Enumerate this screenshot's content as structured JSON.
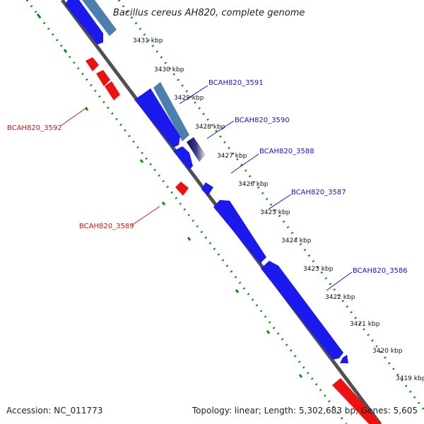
{
  "title": "Bacillus cereus AH820, complete genome",
  "footer": {
    "accession": "Accession: NC_011773",
    "summary": "Topology: linear; Length: 5,302,683 bp; Genes: 5,605"
  },
  "colors": {
    "forward_gene": "#1a1aee",
    "forward_gene_pale": "#4a7fb0",
    "reverse_gene": "#ee1111",
    "scale_dots": "#118811",
    "axis": "#808080",
    "forward_label": "#1414c8",
    "reverse_label": "#e01010"
  },
  "ticks": [
    {
      "label": "3431 kbp",
      "kbp": 3431
    },
    {
      "label": "3430 kbp",
      "kbp": 3430
    },
    {
      "label": "3429 kbp",
      "kbp": 3429
    },
    {
      "label": "3428 kbp",
      "kbp": 3428
    },
    {
      "label": "3427 kbp",
      "kbp": 3427
    },
    {
      "label": "3426 kbp",
      "kbp": 3426
    },
    {
      "label": "3425 kbp",
      "kbp": 3425
    },
    {
      "label": "3424 kbp",
      "kbp": 3424
    },
    {
      "label": "3423 kbp",
      "kbp": 3423
    },
    {
      "label": "3422 kbp",
      "kbp": 3422
    },
    {
      "label": "3421 kbp",
      "kbp": 3421
    },
    {
      "label": "3420 kbp",
      "kbp": 3420
    },
    {
      "label": "3419 kbp",
      "kbp": 3419
    }
  ],
  "gene_labels": {
    "forward": [
      "BCAH820_3591",
      "BCAH820_3590",
      "BCAH820_3588",
      "BCAH820_3587",
      "BCAH820_3586"
    ],
    "reverse": [
      "BCAH820_3592",
      "BCAH820_3589"
    ]
  }
}
